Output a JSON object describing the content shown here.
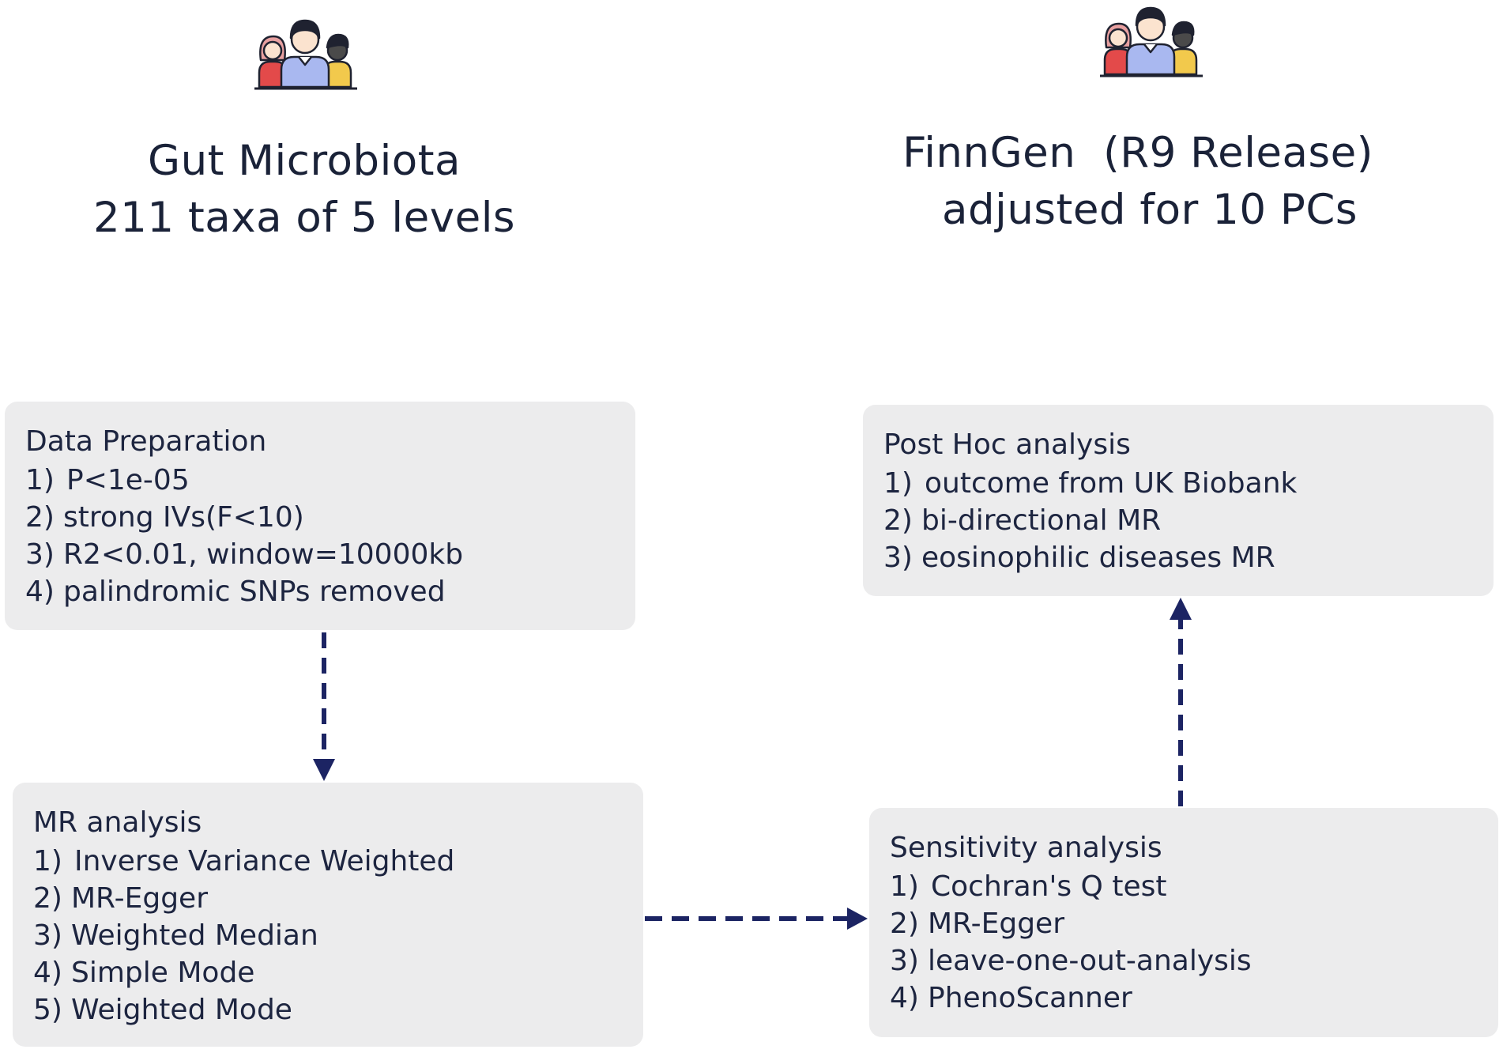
{
  "sources": {
    "left": {
      "title_lines": [
        "Gut Microbiota",
        "211 taxa of 5 levels"
      ]
    },
    "right": {
      "title_lines": [
        "FinnGen  (R9 Release)",
        "adjusted for 10 PCs"
      ]
    }
  },
  "boxes": {
    "data_preparation": {
      "title": "Data Preparation",
      "items": [
        {
          "num": "1)",
          "text": "P<1e-05"
        },
        {
          "num": "2)",
          "text": "strong IVs(F<10)"
        },
        {
          "num": "3)",
          "text": "R2<0.01, window=10000kb"
        },
        {
          "num": "4)",
          "text": "palindromic SNPs removed"
        }
      ]
    },
    "mr_analysis": {
      "title": "MR analysis",
      "items": [
        {
          "num": "1)",
          "text": "Inverse Variance Weighted"
        },
        {
          "num": "2)",
          "text": "MR-Egger"
        },
        {
          "num": "3)",
          "text": "Weighted Median"
        },
        {
          "num": "4)",
          "text": "Simple Mode"
        },
        {
          "num": "5)",
          "text": "Weighted Mode"
        }
      ]
    },
    "sensitivity_analysis": {
      "title": "Sensitivity analysis",
      "items": [
        {
          "num": "1)",
          "text": "Cochran's Q test"
        },
        {
          "num": "2)",
          "text": "MR-Egger"
        },
        {
          "num": "3)",
          "text": "leave-one-out-analysis"
        },
        {
          "num": "4)",
          "text": "PhenoScanner"
        }
      ]
    },
    "post_hoc_analysis": {
      "title": "Post Hoc analysis",
      "items": [
        {
          "num": "1)",
          "text": "outcome from UK Biobank"
        },
        {
          "num": "2)",
          "text": "bi-directional MR"
        },
        {
          "num": "3)",
          "text": "eosinophilic diseases MR"
        }
      ]
    }
  },
  "colors": {
    "box_fill": "#ececed",
    "arrow": "#1c2463",
    "text": "#1d2540",
    "person_left": "#e34a4a",
    "person_center": "#a9b8f0",
    "person_right": "#f2c94c",
    "hair_dark": "#1f2230",
    "skin": "#fbe3cf",
    "skin_dark": "#4a4a4a"
  },
  "icons": [
    "people-group-icon",
    "people-group-icon"
  ]
}
